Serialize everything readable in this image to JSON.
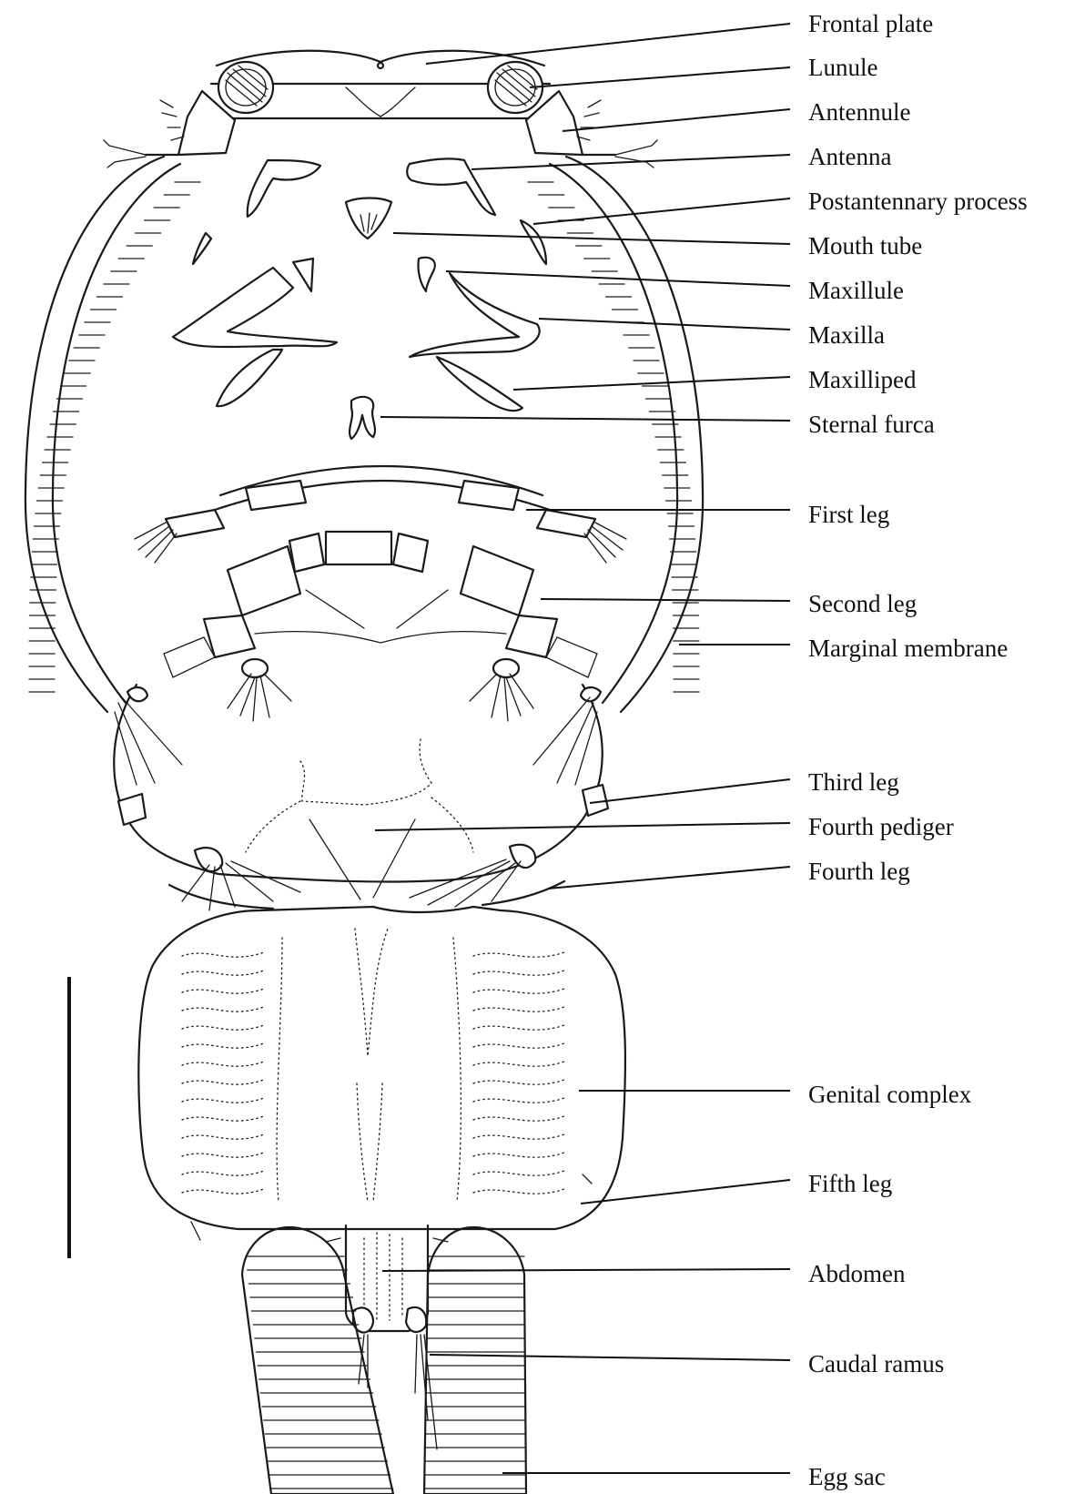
{
  "figure": {
    "labels": [
      {
        "id": "frontal-plate",
        "text": "Frontal plate"
      },
      {
        "id": "lunule",
        "text": "Lunule"
      },
      {
        "id": "antennule",
        "text": "Antennule"
      },
      {
        "id": "antenna",
        "text": "Antenna"
      },
      {
        "id": "postantennary-process",
        "text": "Postantennary process"
      },
      {
        "id": "mouth-tube",
        "text": "Mouth tube"
      },
      {
        "id": "maxillule",
        "text": "Maxillule"
      },
      {
        "id": "maxilla",
        "text": "Maxilla"
      },
      {
        "id": "maxilliped",
        "text": "Maxilliped"
      },
      {
        "id": "sternal-furca",
        "text": "Sternal furca"
      },
      {
        "id": "first-leg",
        "text": "First leg"
      },
      {
        "id": "second-leg",
        "text": "Second leg"
      },
      {
        "id": "marginal-membrane",
        "text": "Marginal membrane"
      },
      {
        "id": "third-leg",
        "text": "Third leg"
      },
      {
        "id": "fourth-pediger",
        "text": "Fourth pediger"
      },
      {
        "id": "fourth-leg",
        "text": "Fourth leg"
      },
      {
        "id": "genital-complex",
        "text": "Genital complex"
      },
      {
        "id": "fifth-leg",
        "text": "Fifth leg"
      },
      {
        "id": "abdomen",
        "text": "Abdomen"
      },
      {
        "id": "caudal-ramus",
        "text": "Caudal ramus"
      },
      {
        "id": "egg-sac",
        "text": "Egg sac"
      }
    ]
  }
}
